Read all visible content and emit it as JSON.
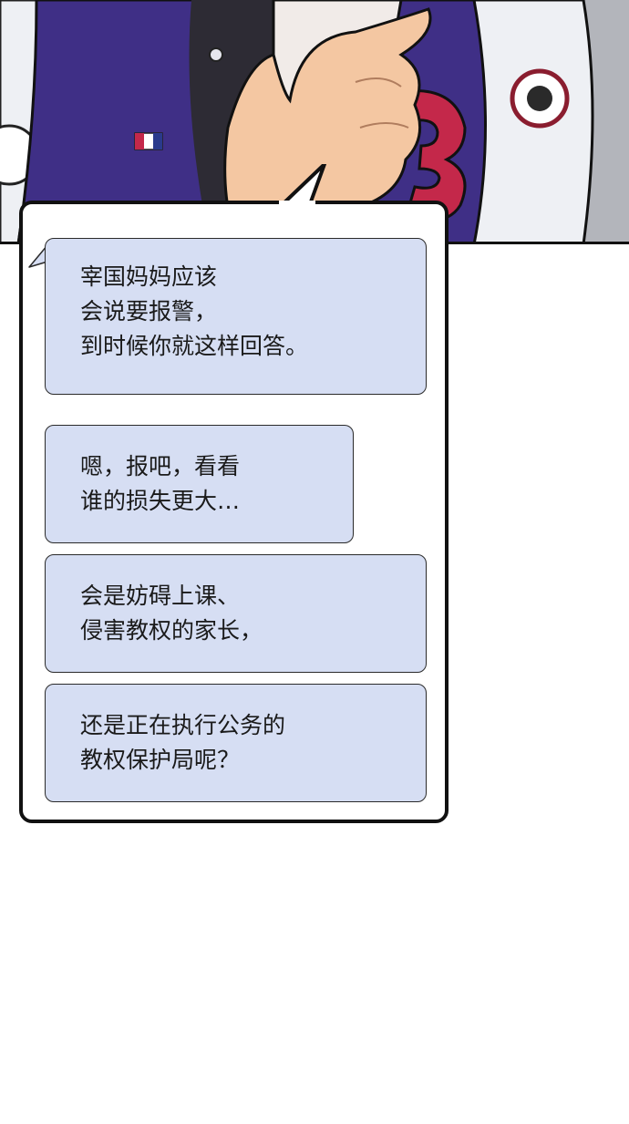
{
  "panel": {
    "scene": "comic-panel-illustration",
    "colors": {
      "jacket": "#3f2f86",
      "sleeve": "#eef0f4",
      "hand": "#f4c7a2",
      "phone": "#f1ebe8",
      "number_patch": "#c4284a",
      "background": "#8f9299"
    }
  },
  "bubble": {
    "messages": [
      {
        "lines": [
          "宰国妈妈应该",
          "会说要报警，",
          "到时候你就这样回答。"
        ]
      },
      {
        "lines": [
          "嗯，报吧，看看",
          "谁的损失更大…"
        ]
      },
      {
        "lines": [
          "会是妨碍上课、",
          "侵害教权的家长，"
        ]
      },
      {
        "lines": [
          "还是正在执行公务的",
          "教权保护局呢？"
        ]
      }
    ],
    "colors": {
      "message_fill": "#d6def3",
      "border": "#111111"
    }
  }
}
